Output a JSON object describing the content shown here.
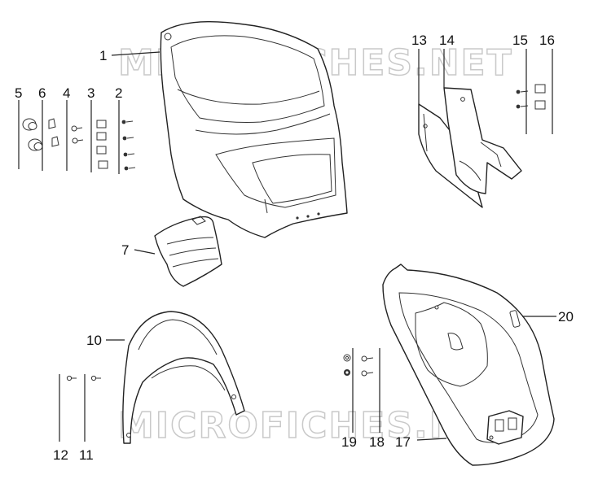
{
  "diagram": {
    "watermarks": [
      "MICROFICHES.NET",
      "MICROFICHES.NET"
    ],
    "callouts": [
      {
        "id": "c1",
        "label": "1"
      },
      {
        "id": "c2",
        "label": "2"
      },
      {
        "id": "c3",
        "label": "3"
      },
      {
        "id": "c4",
        "label": "4"
      },
      {
        "id": "c5",
        "label": "5"
      },
      {
        "id": "c6",
        "label": "6"
      },
      {
        "id": "c7",
        "label": "7"
      },
      {
        "id": "c10",
        "label": "10"
      },
      {
        "id": "c11",
        "label": "11"
      },
      {
        "id": "c12",
        "label": "12"
      },
      {
        "id": "c13",
        "label": "13"
      },
      {
        "id": "c14",
        "label": "14"
      },
      {
        "id": "c15",
        "label": "15"
      },
      {
        "id": "c16",
        "label": "16"
      },
      {
        "id": "c17",
        "label": "17"
      },
      {
        "id": "c18",
        "label": "18"
      },
      {
        "id": "c19",
        "label": "19"
      },
      {
        "id": "c20",
        "label": "20"
      }
    ],
    "colors": {
      "line": "#222222",
      "watermark_outline": "#c9c9c9",
      "background": "#ffffff"
    }
  }
}
